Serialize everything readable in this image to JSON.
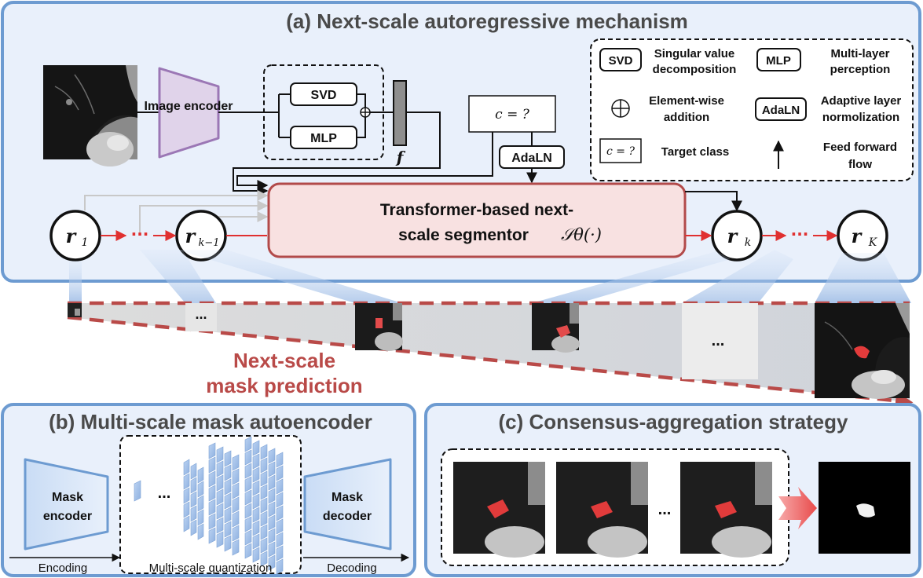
{
  "panel_a": {
    "title": "(a) Next-scale autoregressive mechanism",
    "image_encoder": "Image encoder",
    "svd": "SVD",
    "mlp": "MLP",
    "feature": "f",
    "class_query": "c = ?",
    "adaln": "AdaLN",
    "segmentor_line1": "Transformer-based next-",
    "segmentor_line2": "scale segmentor",
    "segmentor_math": "𝒮θ(·)",
    "r1": "r",
    "r1_sub": "1",
    "rk1": "r",
    "rk1_sub": "k−1",
    "rk": "r",
    "rk_sub": "k",
    "rK": "r",
    "rK_sub": "K",
    "dots": "···"
  },
  "legend": {
    "svd_tag": "SVD",
    "svd_line1": "Singular value",
    "svd_line2": "decomposition",
    "mlp_tag": "MLP",
    "mlp_line1": "Multi-layer",
    "mlp_line2": "perception",
    "add_line1": "Element-wise",
    "add_line2": "addition",
    "adaln_tag": "AdaLN",
    "adaln_line1": "Adaptive layer",
    "adaln_line2": "normolization",
    "class_tag": "c = ?",
    "class_label": "Target class",
    "flow_line1": "Feed forward",
    "flow_line2": "flow"
  },
  "middle": {
    "dots": "...",
    "caption_line1": "Next-scale",
    "caption_line2": "mask prediction"
  },
  "panel_b": {
    "title": "(b) Multi-scale mask autoencoder",
    "encoder_line1": "Mask",
    "encoder_line2": "encoder",
    "decoder_line1": "Mask",
    "decoder_line2": "decoder",
    "dots": "...",
    "encoding": "Encoding",
    "quantization": "Multi-scale quantization",
    "decoding": "Decoding"
  },
  "panel_c": {
    "title": "(c) Consensus-aggregation strategy",
    "dots": "..."
  },
  "colors": {
    "panel_border": "#6d9bd1",
    "panel_fill": "#e9f0fb",
    "segmentor_fill": "#f8e1e1",
    "segmentor_border": "#b24a4a",
    "encoder_fill": "#e0d3ea",
    "encoder_border": "#9b77b5",
    "arrow_red": "#e03030",
    "dash_red": "#b94a48",
    "caption_red": "#b94a48"
  }
}
